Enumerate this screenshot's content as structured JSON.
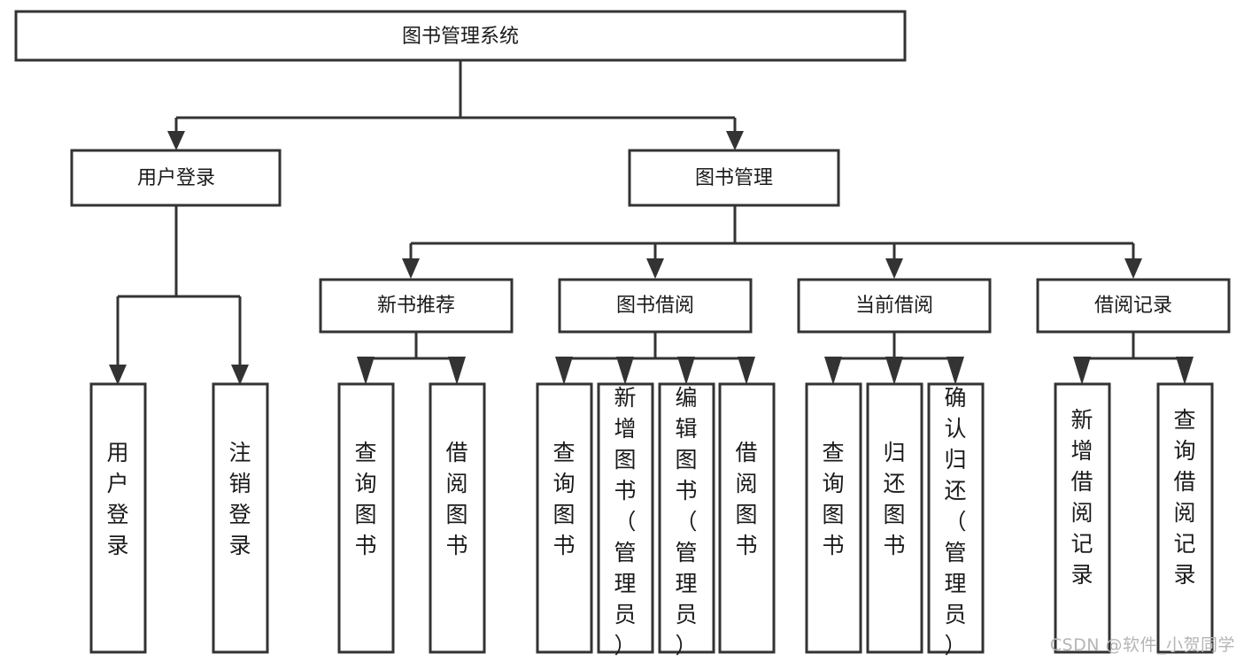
{
  "diagram": {
    "title": "图书管理系统",
    "type": "tree-hierarchy-chart",
    "watermark": "CSDN @软件_小贺同学",
    "root": {
      "label": "图书管理系统"
    },
    "level2": [
      {
        "label": "用户登录"
      },
      {
        "label": "图书管理"
      }
    ],
    "level3": [
      {
        "label": "新书推荐"
      },
      {
        "label": "图书借阅"
      },
      {
        "label": "当前借阅"
      },
      {
        "label": "借阅记录"
      }
    ],
    "leaves": {
      "user_login": [
        {
          "label": "用户登录"
        },
        {
          "label": "注销登录"
        }
      ],
      "new_book_recommend": [
        {
          "label": "查询图书"
        },
        {
          "label": "借阅图书"
        }
      ],
      "book_borrow": [
        {
          "label": "查询图书"
        },
        {
          "label": "新增图书（管理员）"
        },
        {
          "label": "编辑图书（管理员）"
        },
        {
          "label": "借阅图书"
        }
      ],
      "current_borrow": [
        {
          "label": "查询图书"
        },
        {
          "label": "归还图书"
        },
        {
          "label": "确认归还（管理员）"
        }
      ],
      "borrow_record": [
        {
          "label": "新增借阅记录"
        },
        {
          "label": "查询借阅记录"
        }
      ]
    }
  }
}
